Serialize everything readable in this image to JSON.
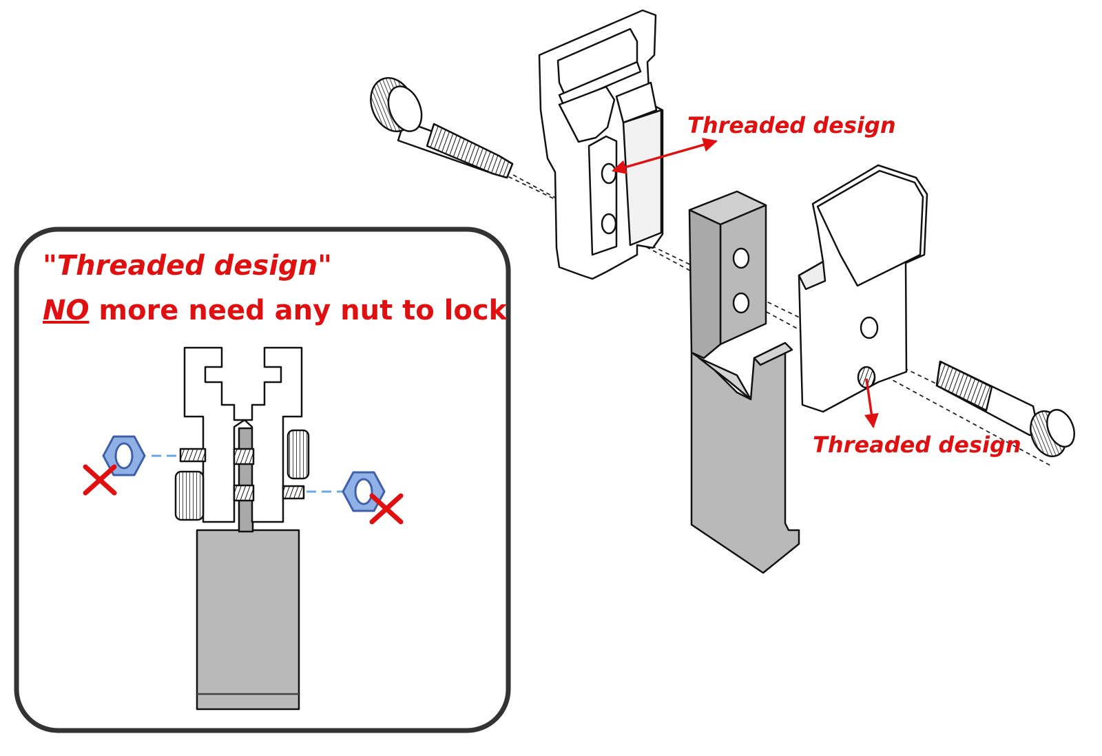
{
  "colors": {
    "accent": "#e01010",
    "part_fill": "#b9b9b9",
    "nut_fill": "#8fb1e6",
    "nut_stroke": "#3f5fa8",
    "dash_blue": "#6aa6e6",
    "line": "#111111"
  },
  "callouts": {
    "top": "Threaded design",
    "bottom": "Threaded design"
  },
  "inset": {
    "title": "\"Threaded design\"",
    "subtitle_emphasis": "NO",
    "subtitle_rest": " more need any nut to lock"
  },
  "icons": {
    "nut": "hex-nut-icon",
    "remove": "red-x-icon"
  }
}
